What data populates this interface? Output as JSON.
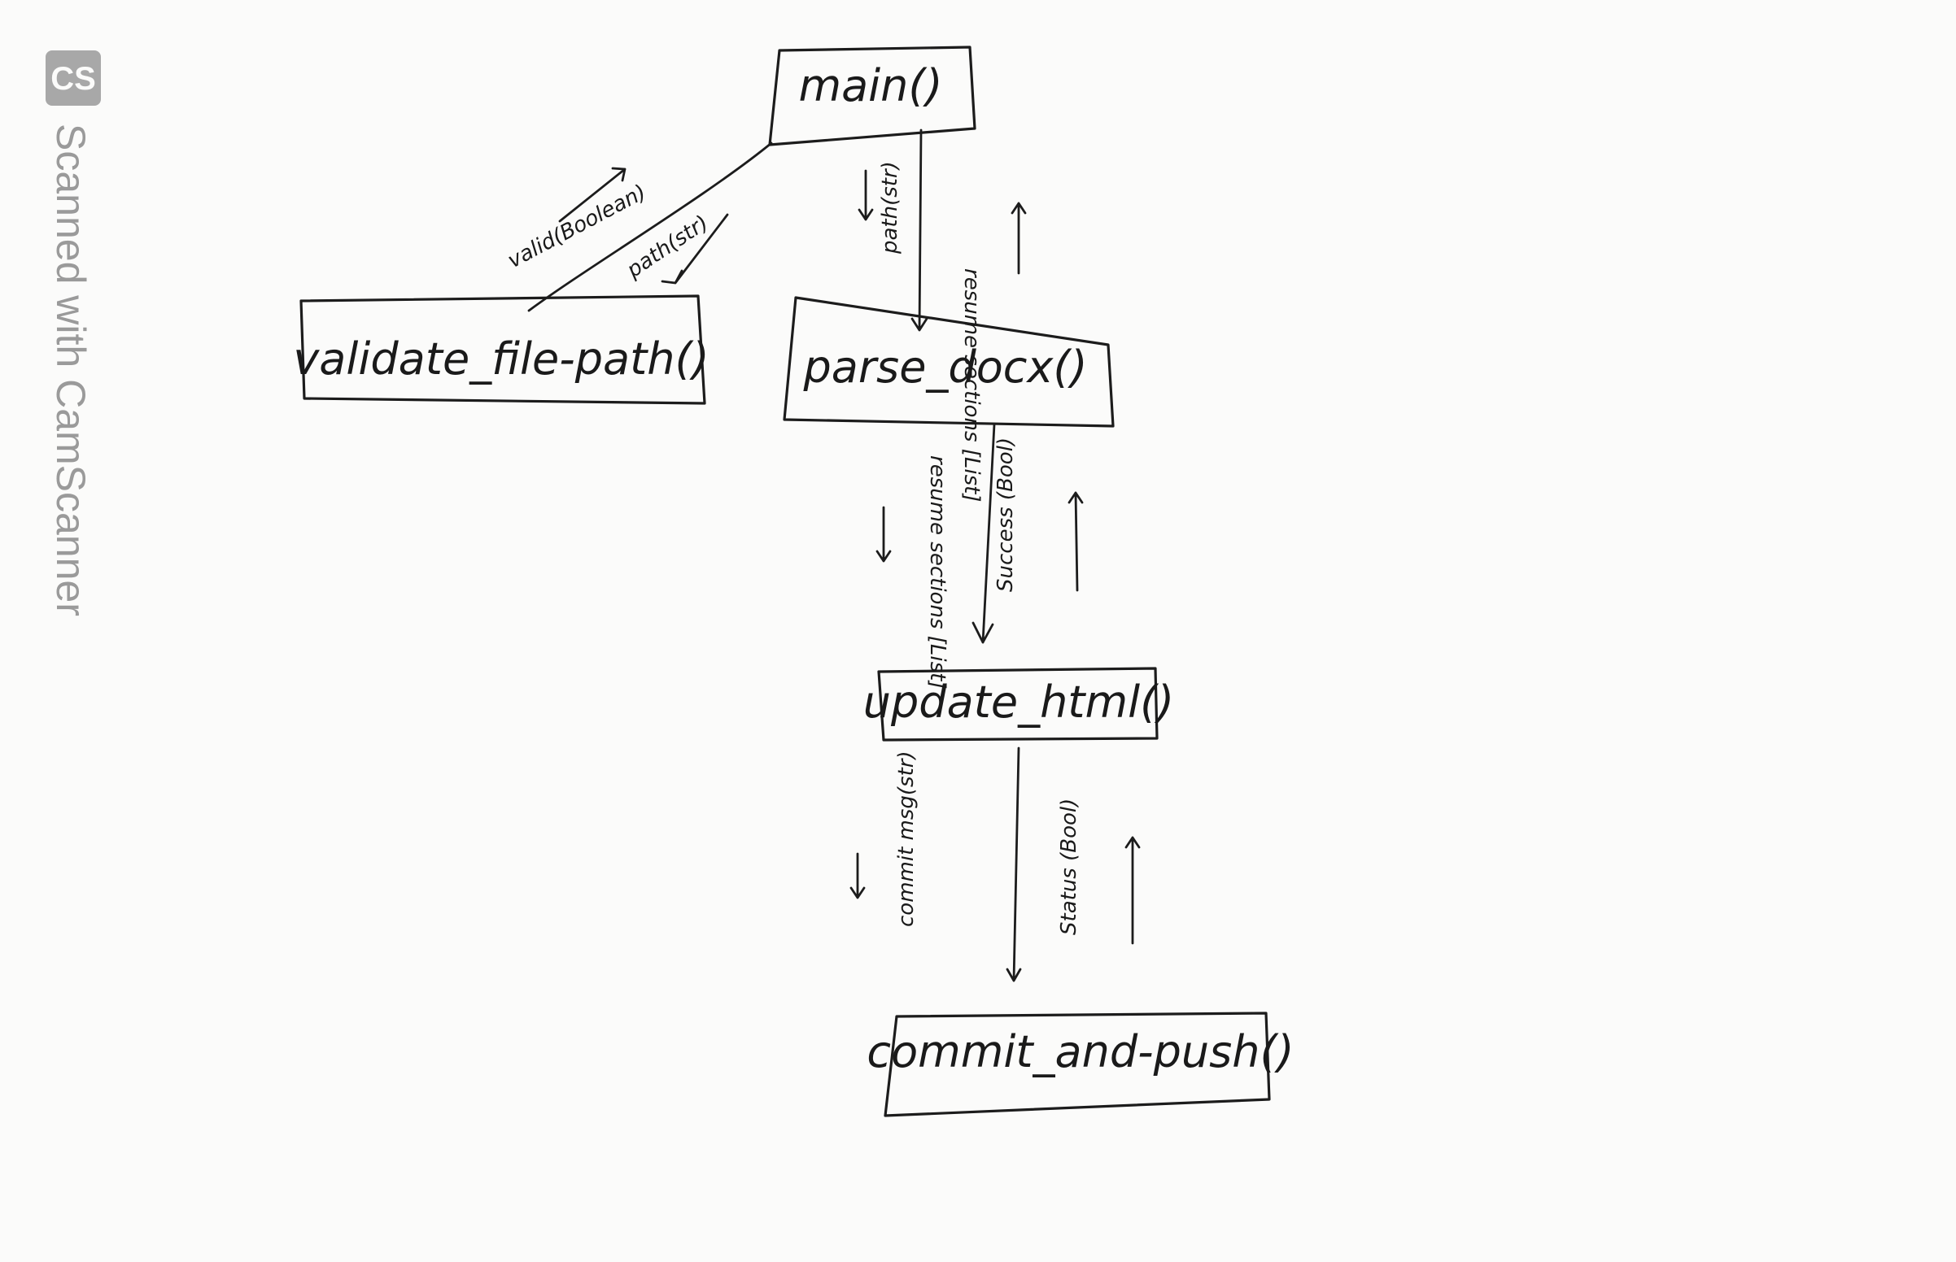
{
  "watermark": {
    "logo": "CS",
    "text": "Scanned with CamScanner"
  },
  "nodes": {
    "main": "main()",
    "validate": "validate_file-path()",
    "parse": "parse_docx()",
    "update": "update_html()",
    "commit": "commit_and-push()"
  },
  "edges": {
    "main_validate": {
      "down": "path(str)",
      "up": "valid(Boolean)"
    },
    "main_parse": {
      "down": "path(str)",
      "up": "resume sections [List]"
    },
    "parse_update": {
      "down": "resume sections [List]",
      "up": "Success (Bool)"
    },
    "update_commit": {
      "down": "commit msg(str)",
      "up": "Status (Bool)"
    }
  }
}
